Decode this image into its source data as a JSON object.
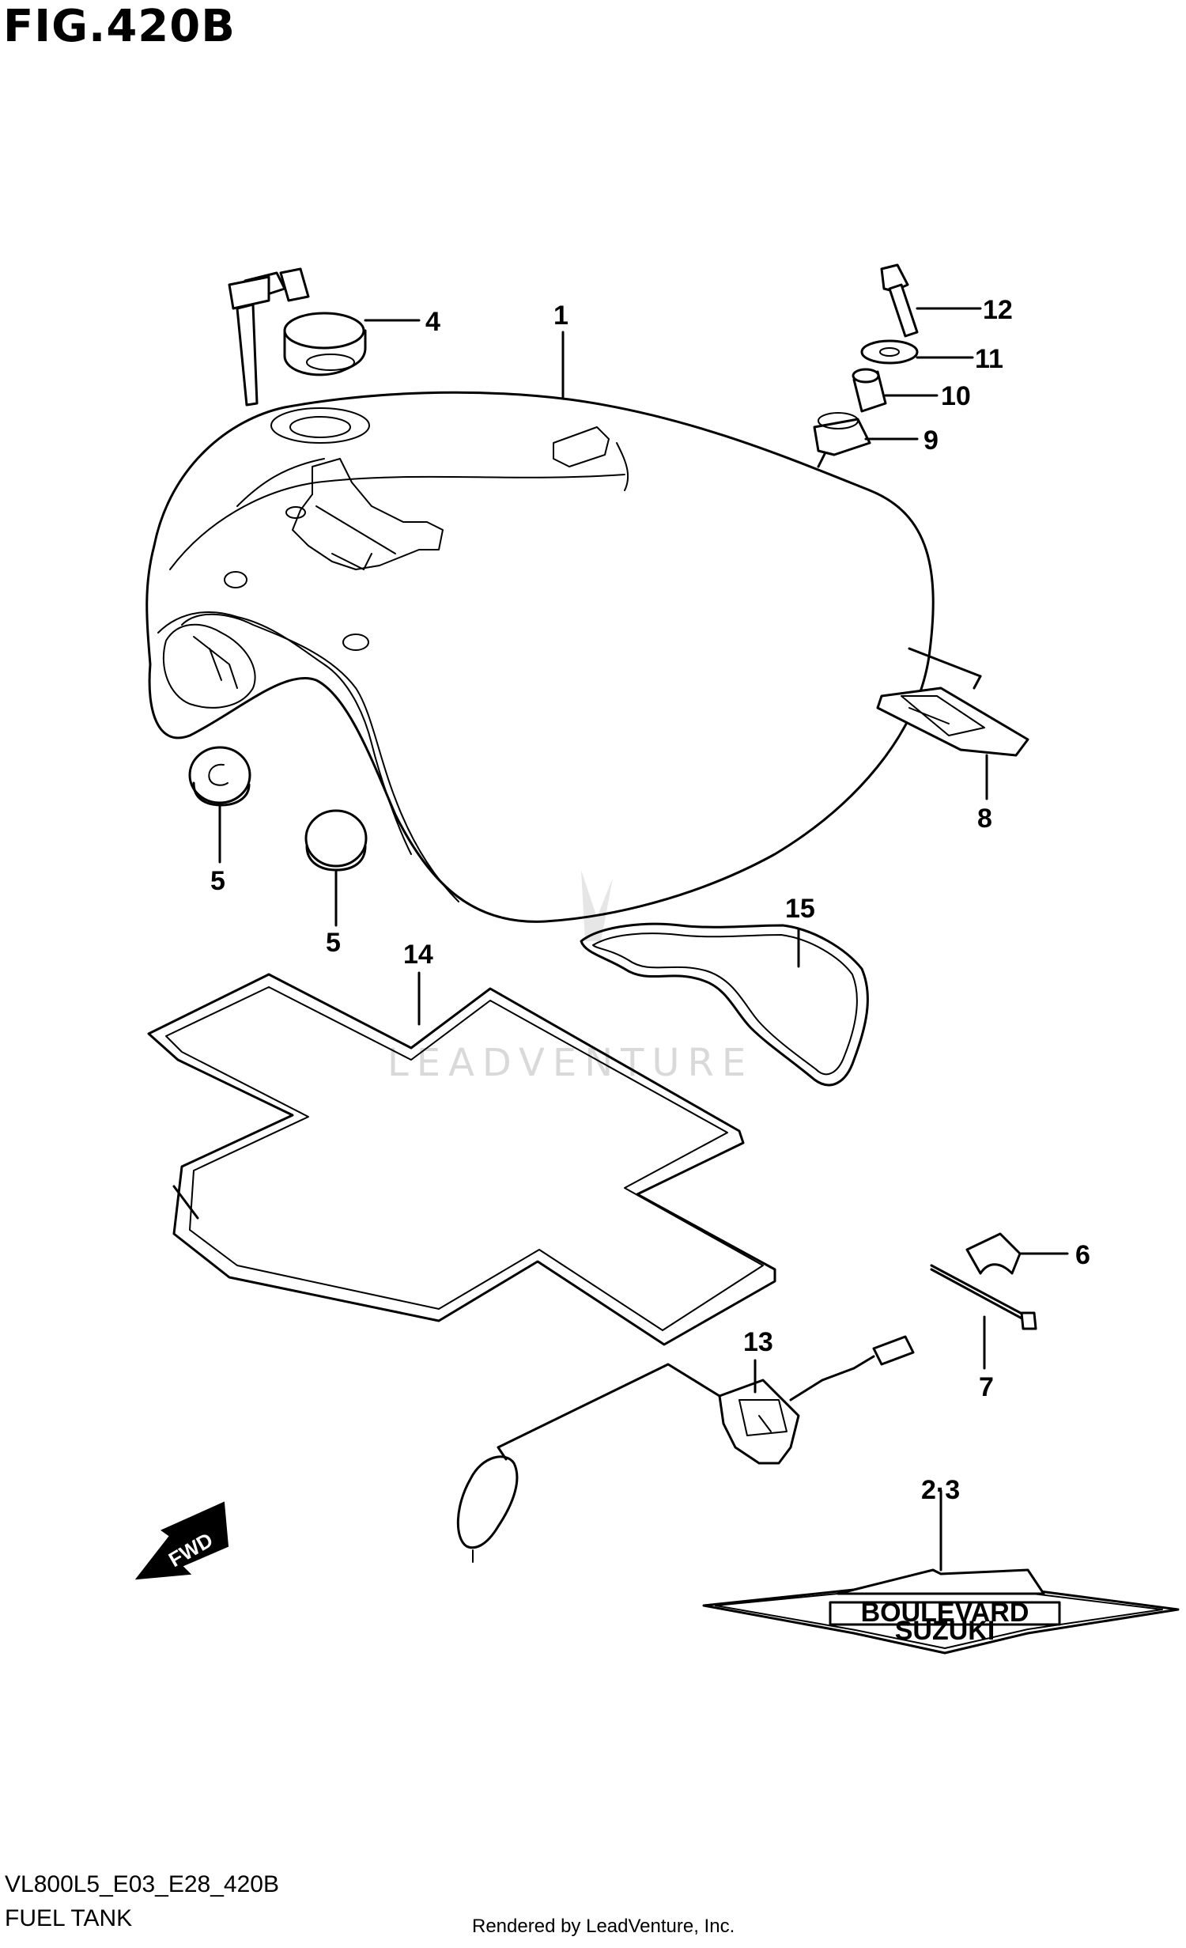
{
  "figure": {
    "title": "FIG.420B"
  },
  "callouts": {
    "c1": "1",
    "c2_3": "2·3",
    "c4": "4",
    "c5a": "5",
    "c5b": "5",
    "c6": "6",
    "c7": "7",
    "c8": "8",
    "c9": "9",
    "c10": "10",
    "c11": "11",
    "c12": "12",
    "c13": "13",
    "c14": "14",
    "c15": "15"
  },
  "arrow": {
    "label": "FWD"
  },
  "emblem": {
    "brand": "BOULEVARD",
    "sub": "SUZUKI"
  },
  "watermark": {
    "text": "LEADVENTURE"
  },
  "footer": {
    "code": "VL800L5_E03_E28_420B",
    "name": "FUEL TANK",
    "rendered_by": "Rendered by LeadVenture, Inc."
  }
}
